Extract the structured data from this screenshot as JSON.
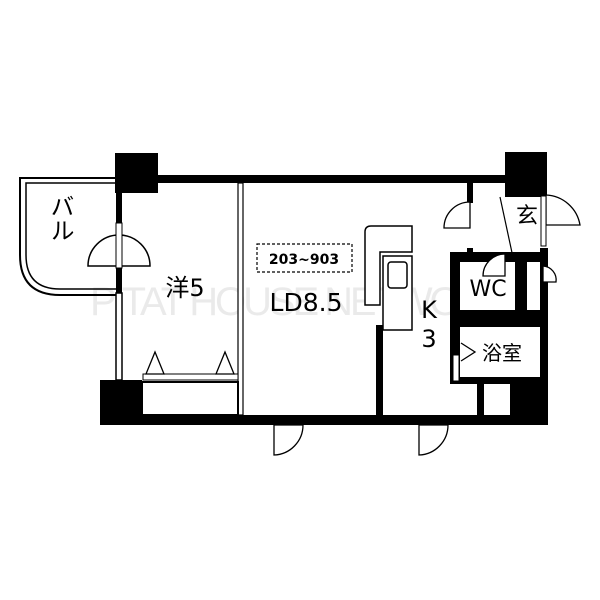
{
  "floorplan": {
    "rooms": {
      "balcony": "バル",
      "western_room": "洋5",
      "living_dining": "LD8.5",
      "kitchen_k": "K",
      "kitchen_size": "3",
      "entrance": "玄",
      "toilet": "WC",
      "bathroom": "浴室"
    },
    "unit_range": "203~903",
    "watermark": "PITAT HOUSE NETWORK"
  },
  "colors": {
    "wall": "#000000",
    "background": "#ffffff"
  }
}
